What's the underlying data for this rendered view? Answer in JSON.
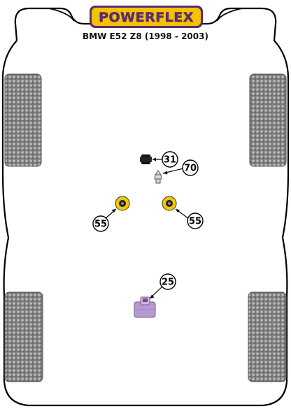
{
  "brand": {
    "logo_text": "POWERFLEX",
    "logo_fill": "#f6c200",
    "logo_outline": "#5a2d6e"
  },
  "vehicle": {
    "title": "BMW E52 Z8 (1998 - 2003)"
  },
  "colors": {
    "outline": "#000000",
    "tyre_fill": "#8c8c8c",
    "bush_yellow": "#f2c800",
    "bush_purple": "#b79bd0",
    "bush_black": "#111111"
  },
  "parts": [
    {
      "id": "31",
      "label": "31",
      "type": "bush-black",
      "icon": "black-bush-icon"
    },
    {
      "id": "70",
      "label": "70",
      "type": "bump-stop",
      "icon": "bump-stop-icon"
    },
    {
      "id": "55-left",
      "label": "55",
      "type": "bush-yellow",
      "icon": "yellow-bush-icon"
    },
    {
      "id": "55-right",
      "label": "55",
      "type": "bush-yellow",
      "icon": "yellow-bush-icon"
    },
    {
      "id": "25",
      "label": "25",
      "type": "mount-purple",
      "icon": "purple-mount-icon"
    }
  ]
}
